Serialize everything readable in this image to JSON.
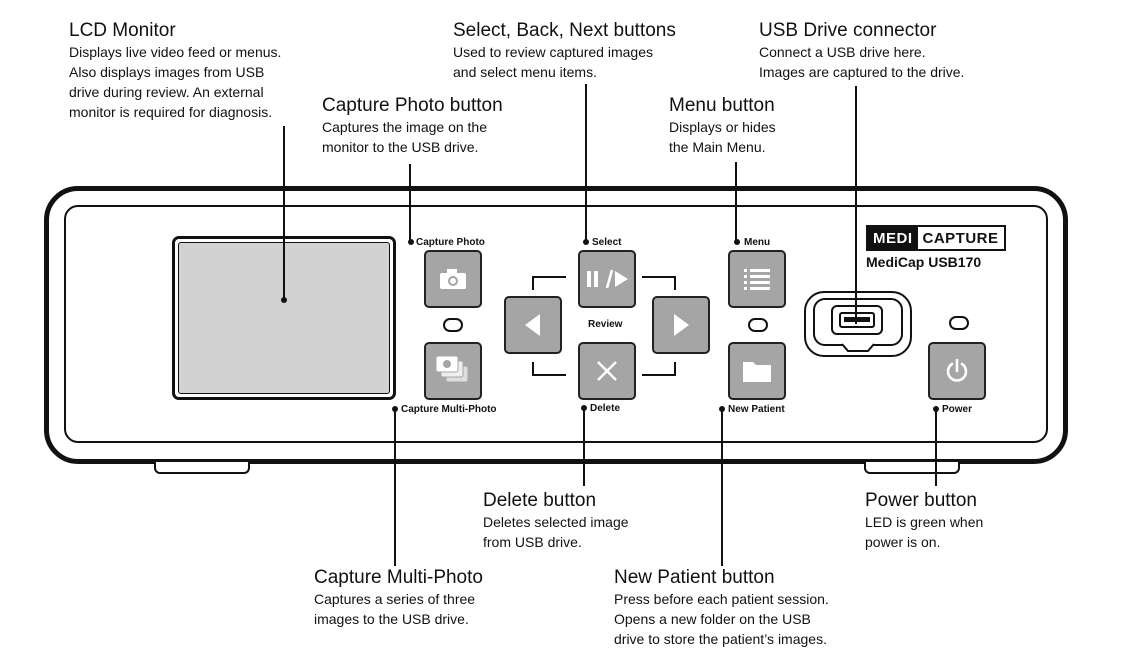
{
  "callouts": {
    "lcd_monitor": {
      "title": "LCD Monitor",
      "desc": [
        "Displays live video feed or menus.",
        "Also displays images from USB",
        "drive during review. An external",
        "monitor is required for diagnosis."
      ]
    },
    "select_back_next": {
      "title": "Select, Back, Next buttons",
      "desc": [
        "Used to review captured images",
        "and select menu items."
      ]
    },
    "usb_drive": {
      "title": "USB Drive connector",
      "desc": [
        "Connect a USB drive here.",
        "Images are captured to the drive."
      ]
    },
    "capture_photo": {
      "title": "Capture Photo button",
      "desc": [
        "Captures the image on the",
        "monitor to the USB drive."
      ]
    },
    "menu": {
      "title": "Menu button",
      "desc": [
        "Displays or hides",
        "the Main Menu."
      ]
    },
    "delete": {
      "title": "Delete button",
      "desc": [
        "Deletes selected image",
        "from USB drive."
      ]
    },
    "power": {
      "title": "Power button",
      "desc": [
        "LED is green when",
        "power is on."
      ]
    },
    "capture_multi": {
      "title": "Capture Multi-Photo",
      "desc": [
        "Captures a series of three",
        "images to the USB drive."
      ]
    },
    "new_patient": {
      "title": "New Patient button",
      "desc": [
        "Press before each patient session.",
        "Opens a new folder on the USB",
        "drive to store the patient’s images."
      ]
    }
  },
  "panel_labels": {
    "capture_photo": "Capture Photo",
    "select": "Select",
    "menu": "Menu",
    "review": "Review",
    "capture_multi": "Capture Multi-Photo",
    "delete": "Delete",
    "new_patient": "New Patient",
    "power": "Power"
  },
  "brand": {
    "medi": "MEDI",
    "capture": "CAPTURE",
    "model": "MediCap USB170"
  },
  "icons": {
    "capture_photo": "camera-icon",
    "capture_multi": "multi-photo-icon",
    "select": "play-pause-icon",
    "back": "left-arrow-icon",
    "next": "right-arrow-icon",
    "delete": "x-icon",
    "menu": "list-icon",
    "new_patient": "folder-icon",
    "power": "power-icon"
  },
  "colors": {
    "button_fill": "#a5a5a5",
    "screen_fill": "#d2d2d2",
    "outline": "#111111"
  }
}
